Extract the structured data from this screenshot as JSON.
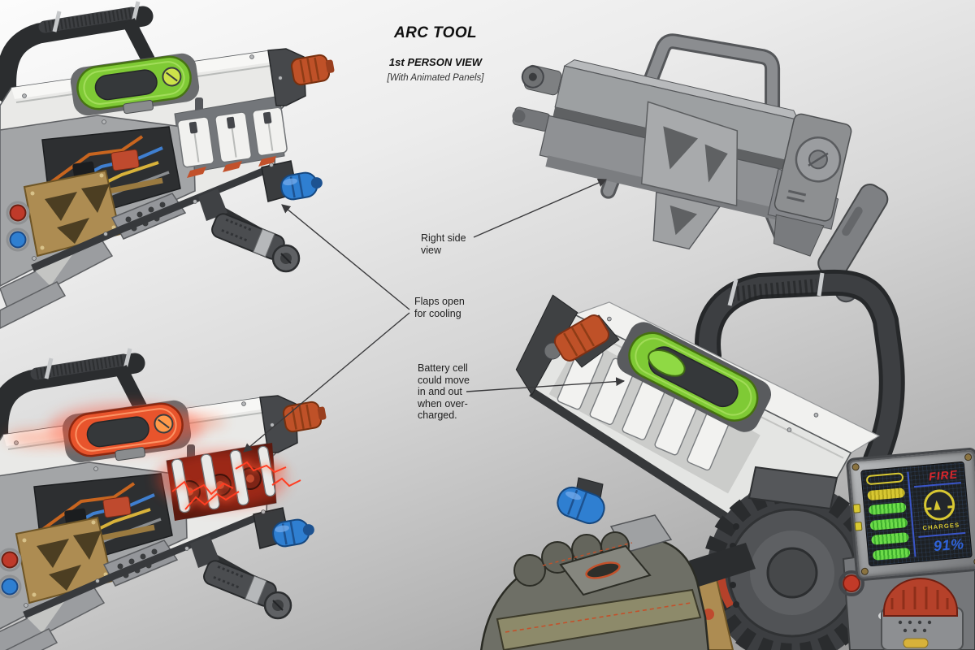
{
  "title": {
    "main": "ARC TOOL",
    "subtitle": "1st PERSON VIEW",
    "note": "[With Animated Panels]"
  },
  "annotations": {
    "right_side_view": "Right side\nview",
    "flaps_open": "Flaps open\nfor cooling",
    "battery_cell": "Battery cell\ncould move\nin and out\nwhen over-\ncharged."
  },
  "hud_screen": {
    "fire_label": "FIRE",
    "charges_label": "CHARGES",
    "charge_percent": "91%",
    "charge_cells": [
      "empty-yellow",
      "full-yellow",
      "full-green",
      "full-green",
      "full-green",
      "full-green"
    ]
  },
  "colors": {
    "background_top": "#fbfbfb",
    "background_bottom": "#929292",
    "body_white": "#e9e9e7",
    "frame_gray": "#9da0a2",
    "handle_dark": "#2e3032",
    "battery_green": "#7fca35",
    "battery_overcharged": "#e8542c",
    "arc_glow_red": "#ff4a2e",
    "cap_orange": "#bf5128",
    "cap_blue": "#2f7fd1",
    "truss_bronze": "#ad8c52",
    "hud_fire_red": "#d8262c",
    "hud_yellow": "#d8c832",
    "hud_green": "#55cc3e",
    "hud_percent_blue": "#2f62d8",
    "annotation_ink": "#3c3c3e"
  }
}
